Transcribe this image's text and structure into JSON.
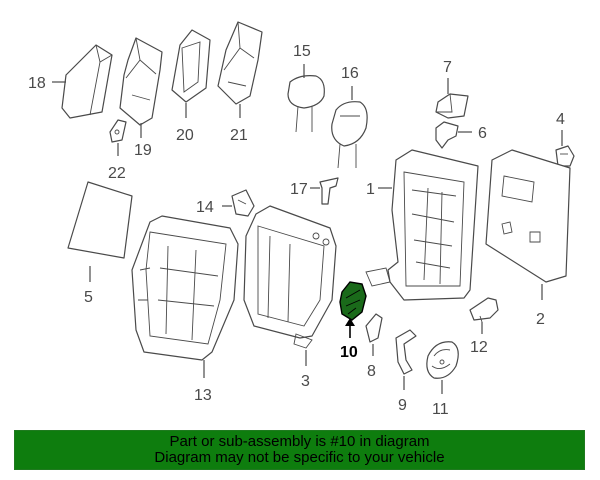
{
  "colors": {
    "highlight": "#1a6a1a",
    "banner_bg": "#0e7d0e",
    "line": "#4a4a4a"
  },
  "labels": {
    "p1": "1",
    "p2": "2",
    "p3": "3",
    "p4": "4",
    "p5": "5",
    "p6": "6",
    "p7": "7",
    "p8": "8",
    "p9": "9",
    "p10": "10",
    "p11": "11",
    "p12": "12",
    "p13": "13",
    "p14": "14",
    "p15": "15",
    "p16": "16",
    "p17": "17",
    "p18": "18",
    "p19": "19",
    "p20": "20",
    "p21": "21",
    "p22": "22"
  },
  "banner": {
    "line1": "Part or sub-assembly is #10 in diagram",
    "line2": "Diagram may not be specific to your vehicle"
  }
}
